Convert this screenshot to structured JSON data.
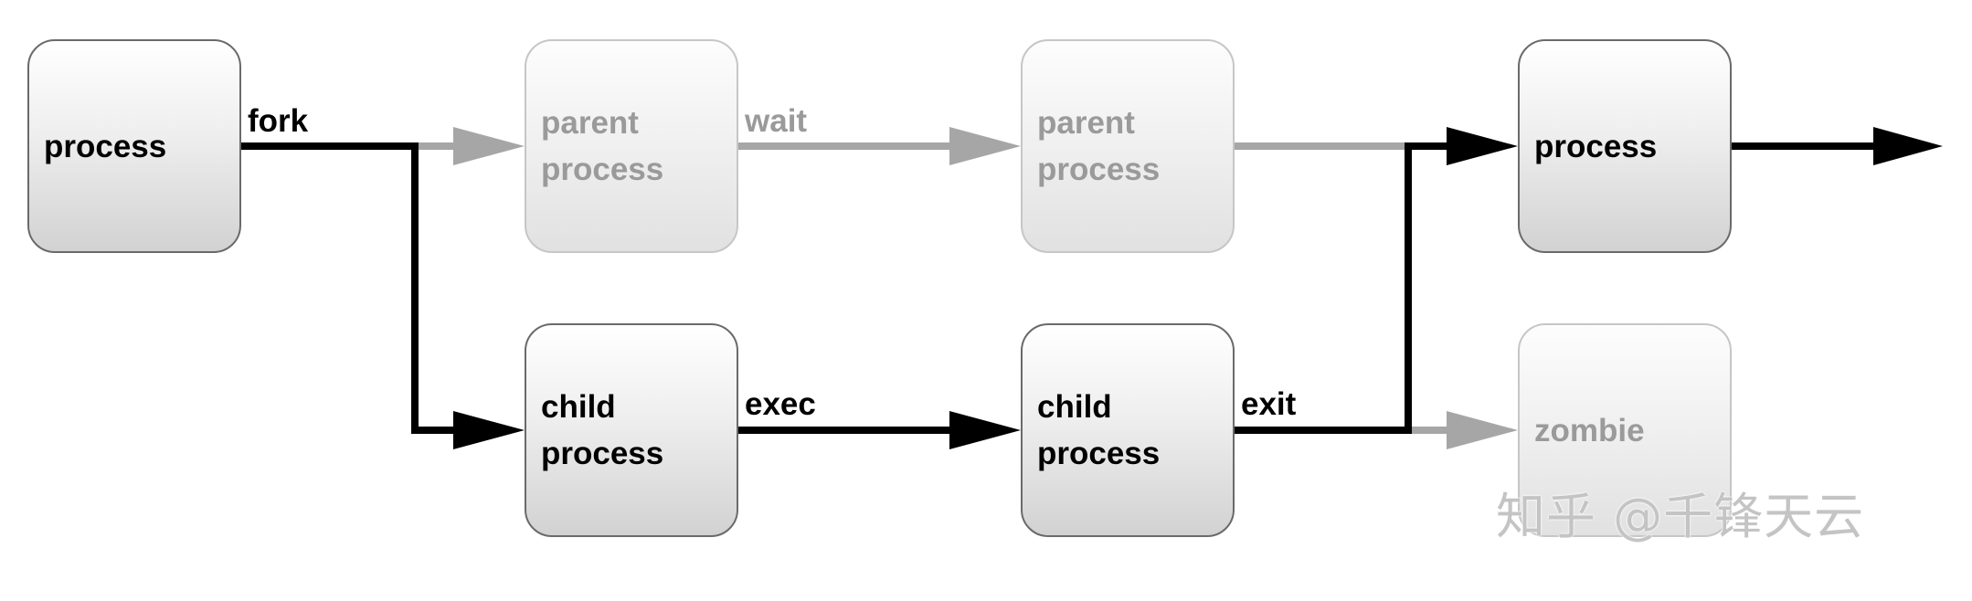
{
  "nodes": {
    "start": {
      "label": "process"
    },
    "parent_wait": {
      "line1": "parent",
      "line2": "process"
    },
    "parent_after_wait": {
      "line1": "parent",
      "line2": "process"
    },
    "end": {
      "label": "process"
    },
    "child_fork": {
      "line1": "child",
      "line2": "process"
    },
    "child_exec": {
      "line1": "child",
      "line2": "process"
    },
    "zombie": {
      "label": "zombie"
    }
  },
  "edges": {
    "fork": "fork",
    "wait": "wait",
    "exec": "exec",
    "exit": "exit"
  },
  "watermark": {
    "text": "知乎 @千锋天云"
  },
  "colors": {
    "active": "#000000",
    "inactive": "#a6a6a6",
    "inactive_text": "#9a9a9a"
  }
}
